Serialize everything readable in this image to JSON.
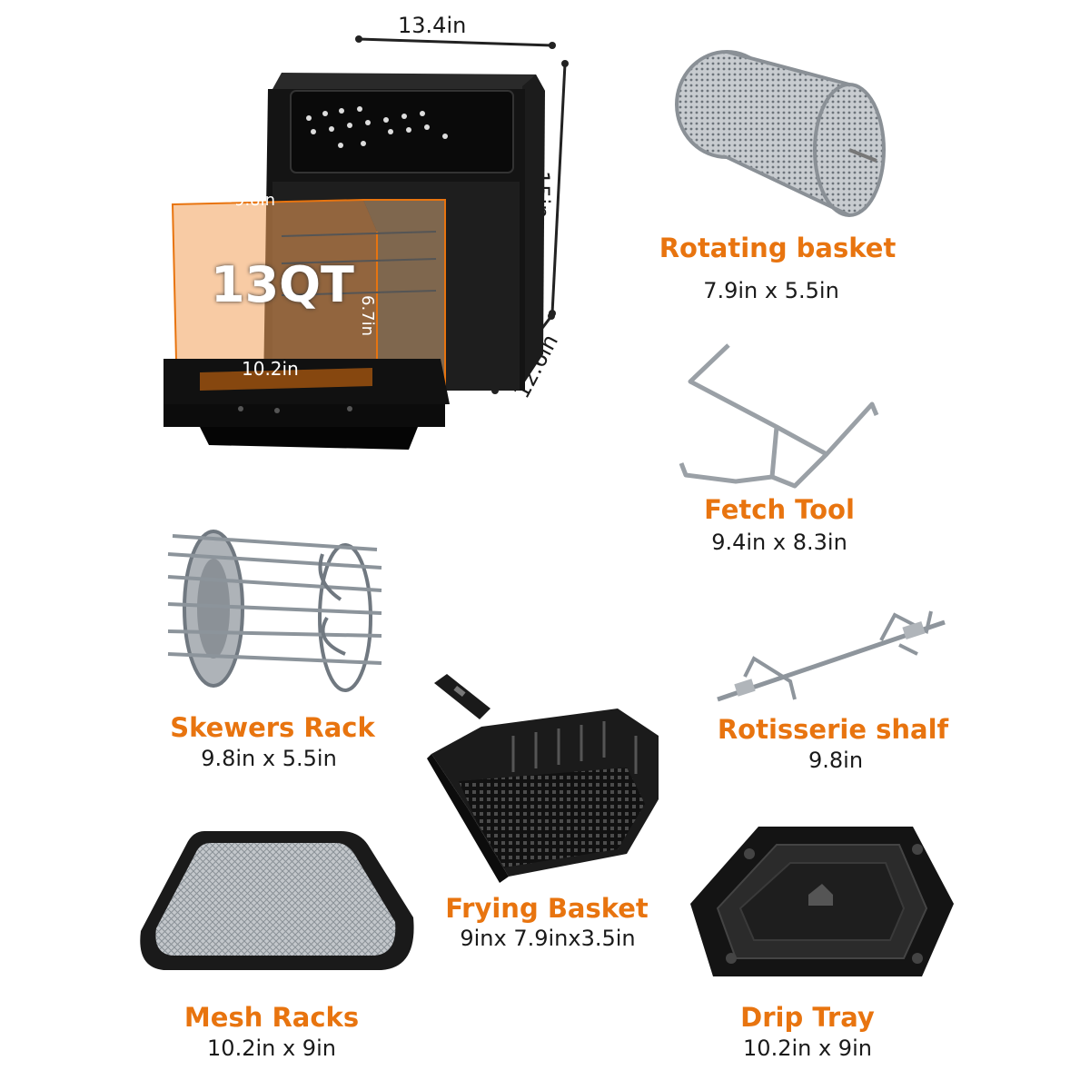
{
  "colors": {
    "accent": "#e8740f",
    "text": "#1a1a1a",
    "appliance": "#111111",
    "capacity_fill": "#f2a15a",
    "metal": "#9aa0a6"
  },
  "air_fryer": {
    "width": "13.4in",
    "height": "15in",
    "depth": "12.6in",
    "capacity": "13QT",
    "inner_depth": "9.8in",
    "inner_height": "6.7in",
    "inner_width": "10.2in"
  },
  "accessories": [
    {
      "id": "rotating-basket",
      "name": "Rotating basket",
      "size": "7.9in x 5.5in",
      "icon": "mesh-cylinder-icon"
    },
    {
      "id": "fetch-tool",
      "name": "Fetch Tool",
      "size": "9.4in x 8.3in",
      "icon": "wire-tool-icon"
    },
    {
      "id": "skewers-rack",
      "name": "Skewers Rack",
      "size": "9.8in x 5.5in",
      "icon": "skewer-rack-icon"
    },
    {
      "id": "frying-basket",
      "name": "Frying Basket",
      "size": "9inx 7.9inx3.5in",
      "icon": "basket-icon"
    },
    {
      "id": "rotisserie-shaft",
      "name": "Rotisserie shalf",
      "size": "9.8in",
      "icon": "rotisserie-icon"
    },
    {
      "id": "mesh-racks",
      "name": "Mesh Racks",
      "size": "10.2in x 9in",
      "icon": "mesh-tray-icon"
    },
    {
      "id": "drip-tray",
      "name": "Drip Tray",
      "size": "10.2in x 9in",
      "icon": "drip-tray-icon"
    }
  ]
}
